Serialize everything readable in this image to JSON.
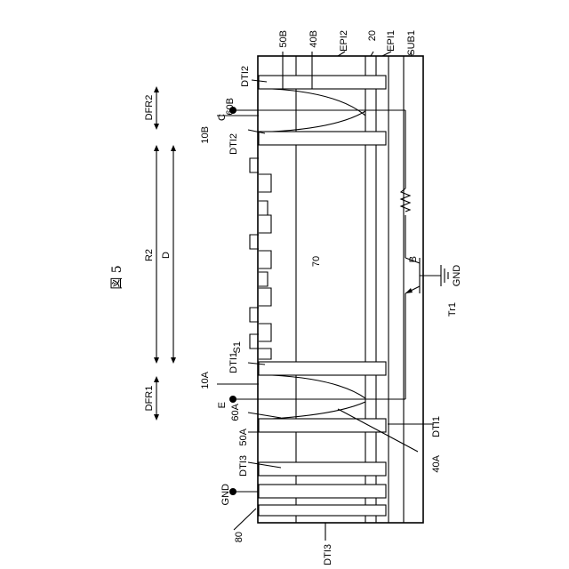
{
  "figure": {
    "title": "図 5"
  },
  "labels": {
    "l_50B": "50B",
    "l_40B": "40B",
    "l_EPI2": "EPI2",
    "l_20": "20",
    "l_EPI1": "EPI1",
    "l_SUB1": "SUB1",
    "l_DTI2a": "DTI2",
    "l_60B": "60B",
    "l_C": "C",
    "l_10B": "10B",
    "l_DTI2b": "DTI2",
    "l_DFR2": "DFR2",
    "l_R2": "R2",
    "l_D": "D",
    "l_DFR1": "DFR1",
    "l_70": "70",
    "l_B": "B",
    "l_GND_r": "GND",
    "l_Tr1": "Tr1",
    "l_S1": "S1",
    "l_DTI1a": "DTI1",
    "l_10A": "10A",
    "l_E": "E",
    "l_60A": "60A",
    "l_50A": "50A",
    "l_DTI1b": "DTI1",
    "l_40A": "40A",
    "l_DTI3a": "DTI3",
    "l_GND_l": "GND",
    "l_80": "80",
    "l_DTI3b": "DTI3"
  }
}
